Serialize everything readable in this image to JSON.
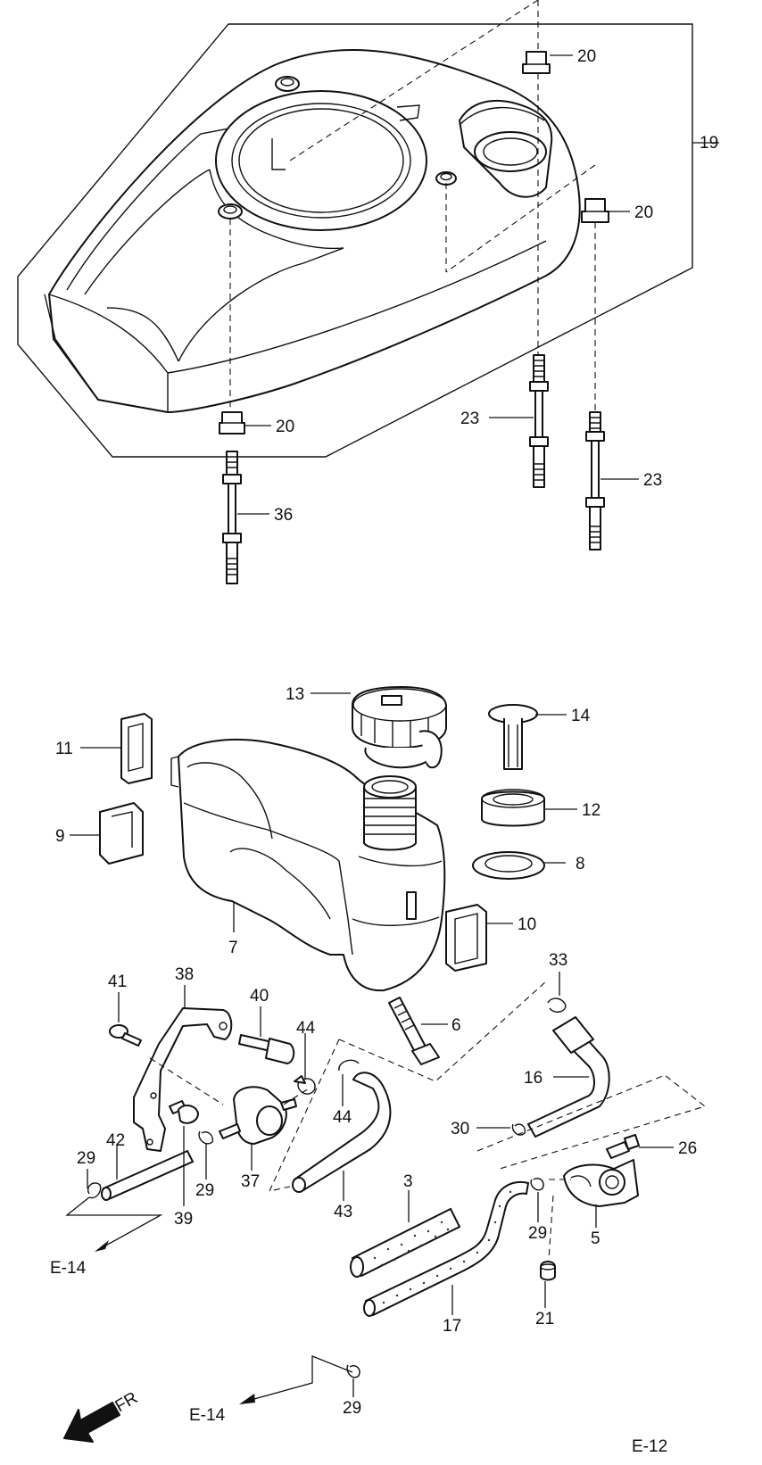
{
  "labels": {
    "p19": "19",
    "p20a": "20",
    "p20b": "20",
    "p20c": "20",
    "p23a": "23",
    "p23b": "23",
    "p36": "36",
    "p13": "13",
    "p14": "14",
    "p11": "11",
    "p12": "12",
    "p9": "9",
    "p8": "8",
    "p10": "10",
    "p7": "7",
    "p33": "33",
    "p41": "41",
    "p38": "38",
    "p40": "40",
    "p6": "6",
    "p44a": "44",
    "p44b": "44",
    "p16": "16",
    "p30": "30",
    "p26": "26",
    "p29a": "29",
    "p42": "42",
    "p29b": "29",
    "p37": "37",
    "p39": "39",
    "p43": "43",
    "p3": "3",
    "p29c": "29",
    "p5": "5",
    "p21": "21",
    "p17": "17",
    "p29d": "29",
    "ref_e14a": "E-14",
    "ref_e14b": "E-14",
    "direction": "FR",
    "page_ref": "E-12"
  }
}
